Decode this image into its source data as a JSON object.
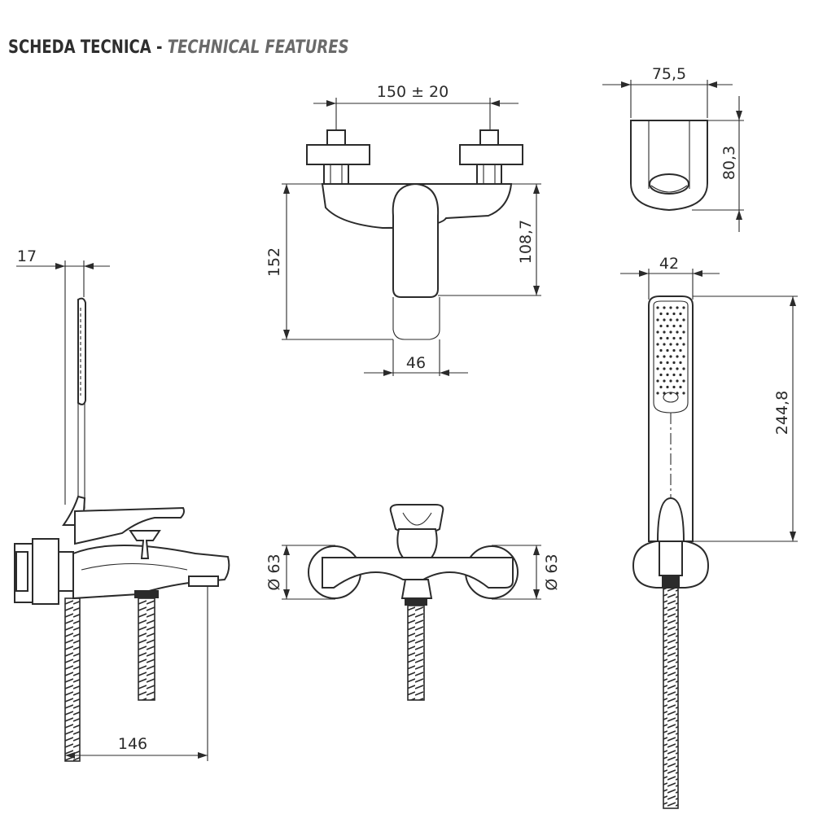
{
  "header": {
    "title_it": "SCHEDA TECNICA",
    "separator": " - ",
    "title_en": "TECHNICAL FEATURES"
  },
  "dimensions": {
    "spacing_centers": "150 ± 20",
    "front_height_total": "152",
    "front_height_lever": "108,7",
    "lever_width": "46",
    "holder_width": "75,5",
    "holder_height": "80,3",
    "side_handshower_depth": "17",
    "side_spout_depth": "146",
    "front_cover_left": "Ø 63",
    "front_cover_right": "Ø 63",
    "handshower_width": "42",
    "handshower_length": "244,8"
  },
  "colors": {
    "line": "#2b2b2b",
    "title_primary": "#2e2e2e",
    "title_secondary": "#6a6a6a"
  }
}
